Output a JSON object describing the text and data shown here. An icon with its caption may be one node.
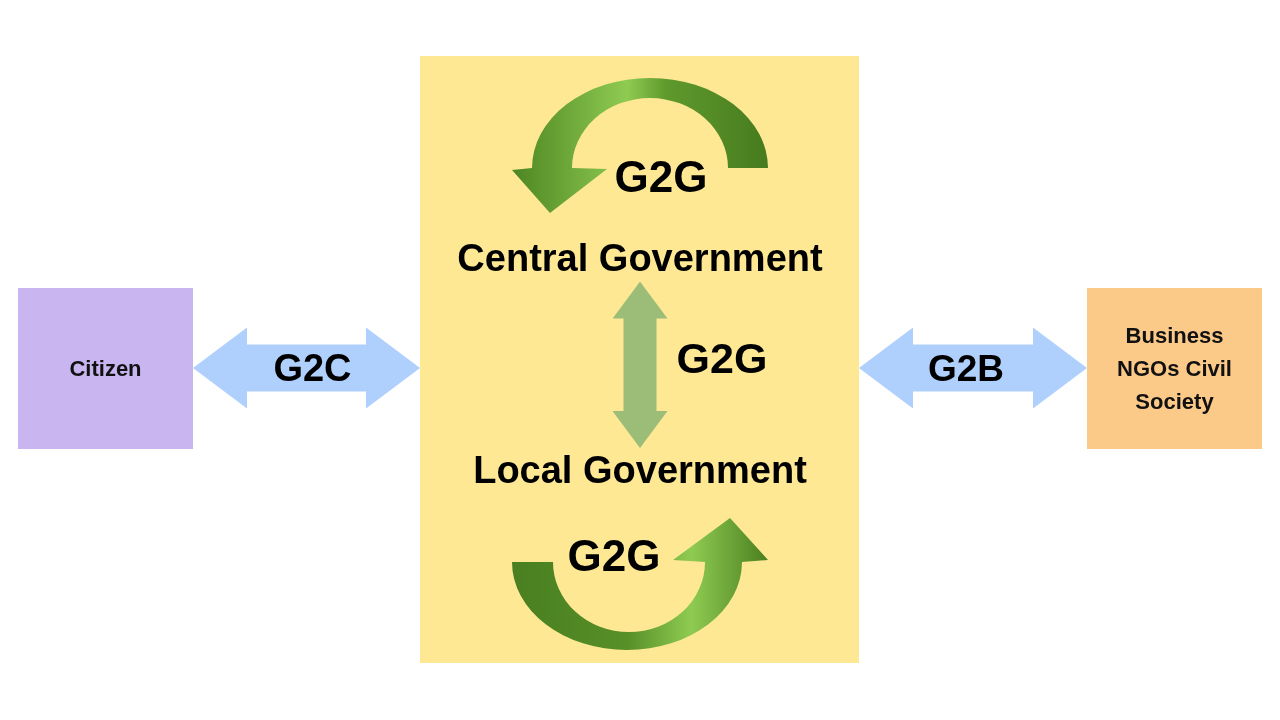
{
  "diagram": {
    "nodes": [
      {
        "text": [
          "Citizen"
        ]
      },
      {
        "text": [],
        "shape": "box"
      },
      {
        "text": [
          "Central Government"
        ],
        "in": 1
      },
      {
        "text": [
          "Local Government"
        ],
        "in": 1
      },
      {
        "text": [
          "Business NGOs Civil Society"
        ]
      }
    ],
    "edges": [
      {
        "from": 0,
        "to": 1,
        "arrow": "both",
        "label": "G2C"
      },
      {
        "from": 2,
        "to": 3,
        "arrow": "both",
        "label": "G2G",
        "color": "#9cbd78"
      },
      {
        "from": 1,
        "to": 4,
        "arrow": "both",
        "label": "G2B"
      }
    ],
    "labels": [
      "G2G",
      "G2G"
    ]
  }
}
